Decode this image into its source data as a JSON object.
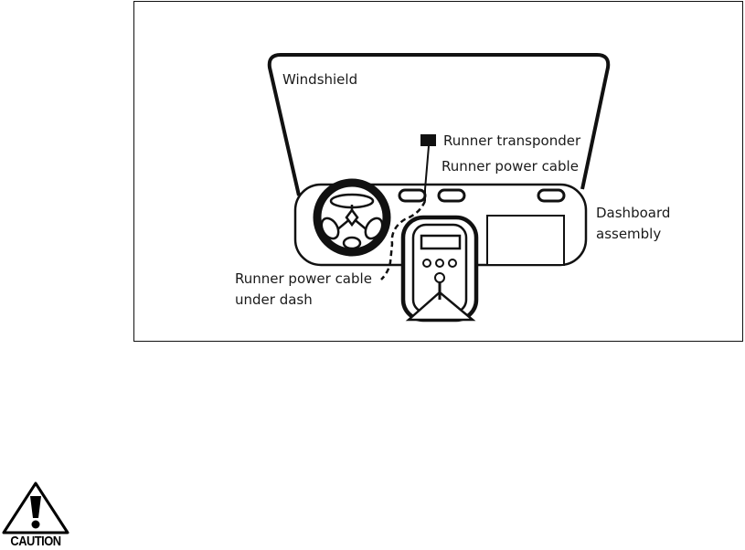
{
  "diagram": {
    "labels": {
      "windshield": "Windshield",
      "transponder": "Runner transponder",
      "power_cable": "Runner power cable",
      "dashboard_line1": "Dashboard",
      "dashboard_line2": "assembly",
      "under_dash_line1": "Runner power cable",
      "under_dash_line2": "under dash"
    }
  },
  "caution": {
    "label": "CAUTION",
    "icon": "caution-exclamation-icon"
  }
}
